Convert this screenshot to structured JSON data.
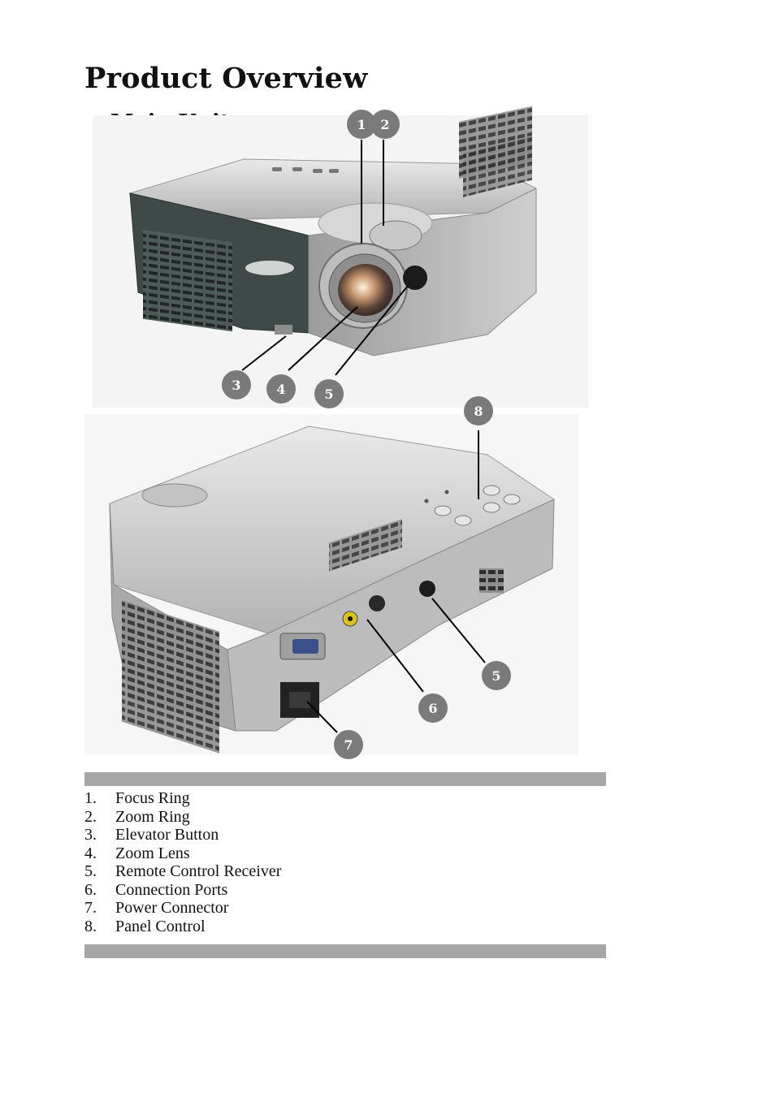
{
  "page": {
    "title": "Product Overview",
    "section_title": "Main Unit"
  },
  "figure": {
    "top_callouts": [
      "1",
      "2",
      "3",
      "4",
      "5"
    ],
    "bottom_callouts": [
      "8",
      "5",
      "6",
      "7"
    ]
  },
  "legend": {
    "items": [
      {
        "num": "1.",
        "label": "Focus Ring"
      },
      {
        "num": "2.",
        "label": "Zoom Ring"
      },
      {
        "num": "3.",
        "label": "Elevator Button"
      },
      {
        "num": "4.",
        "label": "Zoom Lens"
      },
      {
        "num": "5.",
        "label": "Remote Control Receiver"
      },
      {
        "num": "6.",
        "label": "Connection Ports"
      },
      {
        "num": "7.",
        "label": "Power Connector"
      },
      {
        "num": "8.",
        "label": "Panel Control"
      }
    ]
  },
  "colors": {
    "callout_fill": "#7a7a7a",
    "separator_bar": "#a6a6a6",
    "projector_body": "#b9b9b9",
    "front_panel": "#3f4a48"
  }
}
